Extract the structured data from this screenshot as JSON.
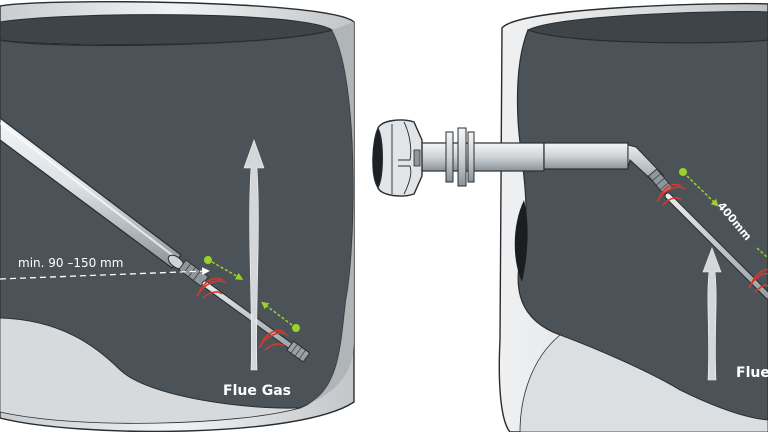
{
  "labels": {
    "left_distance": "min. 90 –150 mm",
    "left_flow": "Flue Gas",
    "right_distance": "400mm",
    "right_flow": "Flue G"
  },
  "colors": {
    "duct_interior": "#4c5358",
    "duct_wall": "#e6e8e9",
    "wall_shadow": "#bfc3c6",
    "outline": "#2a2d30",
    "probe_light": "#e3e7ea",
    "probe_dark": "#8f979d",
    "beam_green": "#9bd12a",
    "emitter_red": "#d43a2a",
    "flow_arrow": "#dcdfe1"
  }
}
